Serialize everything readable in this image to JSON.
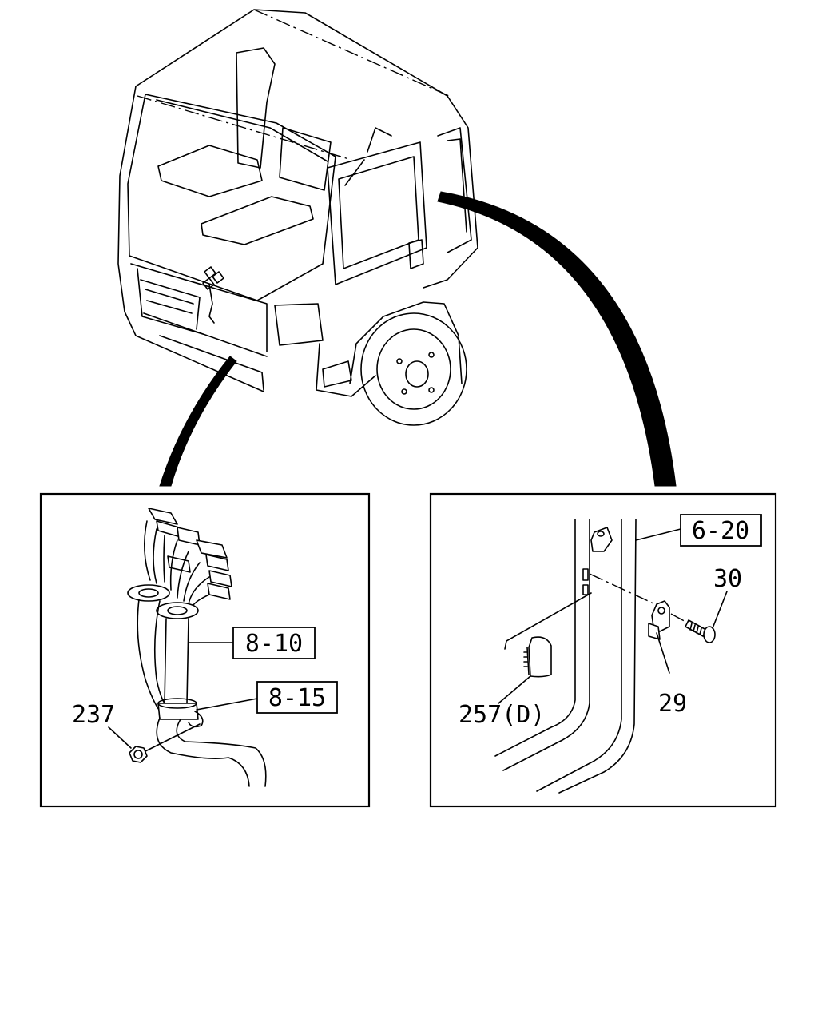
{
  "callouts": {
    "ref_harness": "8-10",
    "ref_clip": "8-15",
    "ref_door": "6-20",
    "part_nut": "237",
    "part_pad": "257(D)",
    "part_bracket": "29",
    "part_bolt": "30"
  }
}
